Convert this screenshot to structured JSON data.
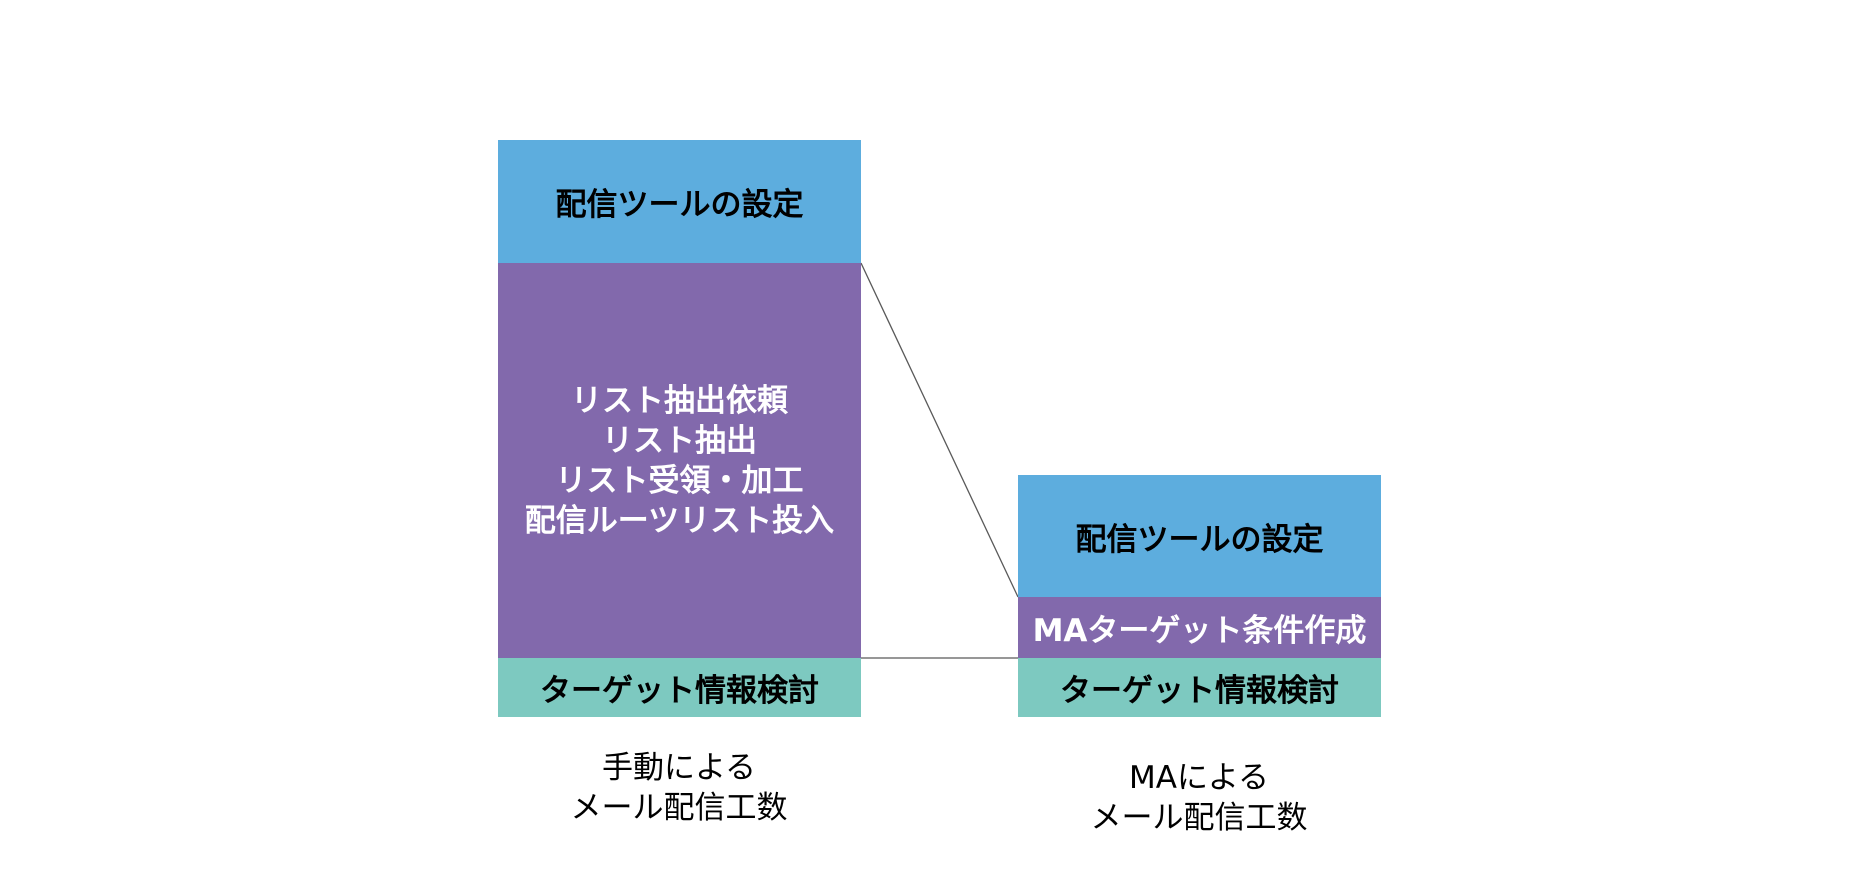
{
  "left_stack": {
    "top_block": "配信ツールの設定",
    "middle_block_lines": [
      "リスト抽出依頼",
      "リスト抽出",
      "リスト受領・加工",
      "配信ルーツリスト投入"
    ],
    "bottom_block": "ターゲット情報検討",
    "caption_lines": [
      "手動による",
      "メール配信工数"
    ]
  },
  "right_stack": {
    "top_block": "配信ツールの設定",
    "middle_block": "MAターゲット条件作成",
    "bottom_block": "ターゲット情報検討",
    "caption_lines": [
      "MAによる",
      "メール配信工数"
    ]
  },
  "colors": {
    "settings_blue": "#5dadde",
    "work_purple": "#8269ac",
    "target_teal": "#7dc9c0",
    "connector_line": "#595959"
  }
}
